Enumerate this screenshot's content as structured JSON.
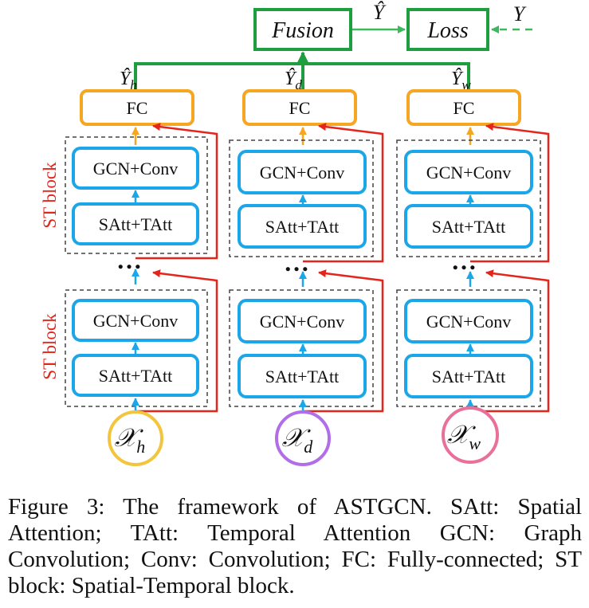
{
  "top": {
    "fusion_label": "Fusion",
    "loss_label": "Loss",
    "yhat_label": "Ŷ",
    "y_label": "Y",
    "box_color": "#1e9e3e",
    "arrow_color": "#3cb95a"
  },
  "branches": [
    {
      "id": "h",
      "output_label": "Ŷ",
      "output_sub": "h",
      "fc_label": "FC",
      "input_symbol": "𝒳",
      "input_sub": "h",
      "circle_color": "#f2c53d"
    },
    {
      "id": "d",
      "output_label": "Ŷ",
      "output_sub": "d",
      "fc_label": "FC",
      "input_symbol": "𝒳",
      "input_sub": "d",
      "circle_color": "#b06ee8"
    },
    {
      "id": "w",
      "output_label": "Ŷ",
      "output_sub": "w",
      "fc_label": "FC",
      "input_symbol": "𝒳",
      "input_sub": "w",
      "circle_color": "#e8709a"
    }
  ],
  "blocks": {
    "upper_label": "GCN+Conv",
    "lower_label": "SAtt+TAtt",
    "ellipsis": "…",
    "st_block_label": "ST block",
    "block_color": "#1aa6e8",
    "fc_color": "#f5a623",
    "residual_color": "#e3261c",
    "green_color": "#1e9e3e"
  },
  "caption": "Figure 3: The framework of ASTGCN. SAtt: Spatial Attention; TAtt: Temporal Attention GCN: Graph Convolution; Conv: Convolution; FC: Fully-connected; ST block: Spatial-Temporal block."
}
